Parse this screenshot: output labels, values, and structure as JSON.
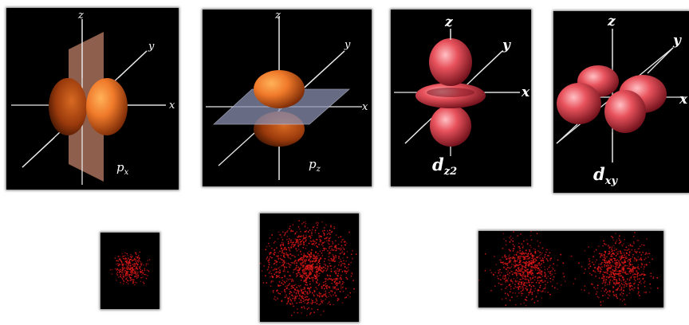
{
  "orbitals": {
    "px": {
      "axis_z": "z",
      "axis_y": "y",
      "axis_x": "x",
      "label_main": "p",
      "label_sub": "x"
    },
    "pz": {
      "axis_z": "z",
      "axis_y": "y",
      "axis_x": "x",
      "label_main": "p",
      "label_sub": "z"
    },
    "dz2": {
      "axis_z": "z",
      "axis_y": "y",
      "axis_x": "x",
      "label_main": "d",
      "label_sub": "z2"
    },
    "dxy": {
      "axis_z": "z",
      "axis_y": "y",
      "axis_x": "x",
      "label_main": "d",
      "label_sub": "xy"
    }
  },
  "colors": {
    "p_orbital": "#f07a2a",
    "d_orbital": "#e8525c",
    "node_plane_px": "#a8705a",
    "node_plane_pz": "#8a8fb0",
    "density_dot": "#e01818",
    "panel_bg": "#000000",
    "axis": "#e8e8e8"
  },
  "icons": [
    "px-orbital-icon",
    "pz-orbital-icon",
    "dz2-orbital-icon",
    "dxy-orbital-icon",
    "1s-density-icon",
    "2s-density-icon",
    "2p-density-icon"
  ]
}
